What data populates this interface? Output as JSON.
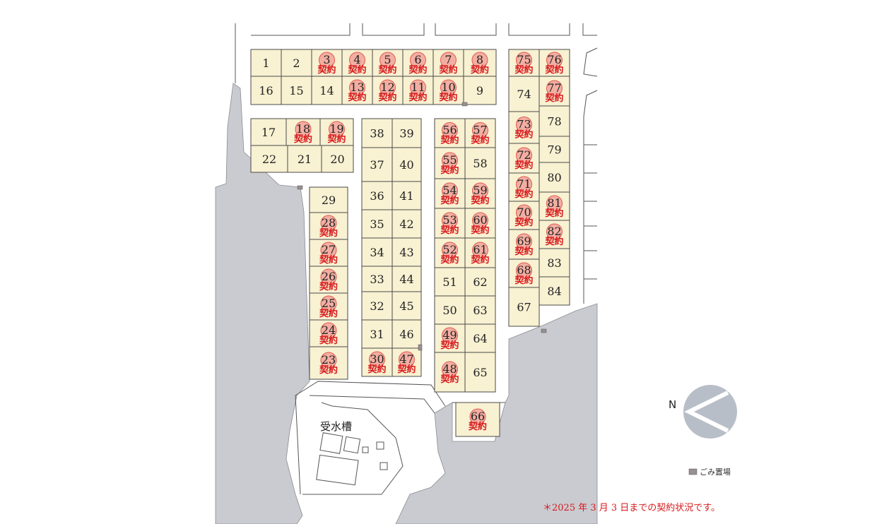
{
  "sold_label": "契約",
  "compass": {
    "label": "N"
  },
  "legend": {
    "garbage": "ごみ置場"
  },
  "facility": {
    "water_tank": "受水槽"
  },
  "note": "＊2025 年 3 月 3 日までの契約状況です。",
  "colors": {
    "lot_fill": "#f8f1d2",
    "sold_circle": "#f2a29a",
    "sold_text": "#d7191c",
    "terrain": "#c9cbd0"
  },
  "lots": [
    {
      "no": "1",
      "sold": false
    },
    {
      "no": "2",
      "sold": false
    },
    {
      "no": "3",
      "sold": true
    },
    {
      "no": "4",
      "sold": true
    },
    {
      "no": "5",
      "sold": true
    },
    {
      "no": "6",
      "sold": true
    },
    {
      "no": "7",
      "sold": true
    },
    {
      "no": "8",
      "sold": true
    },
    {
      "no": "16",
      "sold": false
    },
    {
      "no": "15",
      "sold": false
    },
    {
      "no": "14",
      "sold": false
    },
    {
      "no": "13",
      "sold": true
    },
    {
      "no": "12",
      "sold": true
    },
    {
      "no": "11",
      "sold": true
    },
    {
      "no": "10",
      "sold": true
    },
    {
      "no": "9",
      "sold": false
    },
    {
      "no": "75",
      "sold": true
    },
    {
      "no": "76",
      "sold": true
    },
    {
      "no": "74",
      "sold": false
    },
    {
      "no": "77",
      "sold": true
    },
    {
      "no": "17",
      "sold": false
    },
    {
      "no": "18",
      "sold": true
    },
    {
      "no": "19",
      "sold": true
    },
    {
      "no": "22",
      "sold": false
    },
    {
      "no": "21",
      "sold": false
    },
    {
      "no": "20",
      "sold": false
    },
    {
      "no": "29",
      "sold": false
    },
    {
      "no": "28",
      "sold": true
    },
    {
      "no": "27",
      "sold": true
    },
    {
      "no": "26",
      "sold": true
    },
    {
      "no": "25",
      "sold": true
    },
    {
      "no": "24",
      "sold": true
    },
    {
      "no": "23",
      "sold": true
    },
    {
      "no": "38",
      "sold": false
    },
    {
      "no": "37",
      "sold": false
    },
    {
      "no": "36",
      "sold": false
    },
    {
      "no": "35",
      "sold": false
    },
    {
      "no": "34",
      "sold": false
    },
    {
      "no": "33",
      "sold": false
    },
    {
      "no": "32",
      "sold": false
    },
    {
      "no": "31",
      "sold": false
    },
    {
      "no": "30",
      "sold": true
    },
    {
      "no": "39",
      "sold": false
    },
    {
      "no": "40",
      "sold": false
    },
    {
      "no": "41",
      "sold": false
    },
    {
      "no": "42",
      "sold": false
    },
    {
      "no": "43",
      "sold": false
    },
    {
      "no": "44",
      "sold": false
    },
    {
      "no": "45",
      "sold": false
    },
    {
      "no": "46",
      "sold": false
    },
    {
      "no": "47",
      "sold": true
    },
    {
      "no": "56",
      "sold": true
    },
    {
      "no": "55",
      "sold": true
    },
    {
      "no": "54",
      "sold": true
    },
    {
      "no": "53",
      "sold": true
    },
    {
      "no": "52",
      "sold": true
    },
    {
      "no": "51",
      "sold": false
    },
    {
      "no": "50",
      "sold": false
    },
    {
      "no": "49",
      "sold": true
    },
    {
      "no": "48",
      "sold": true
    },
    {
      "no": "57",
      "sold": true
    },
    {
      "no": "58",
      "sold": false
    },
    {
      "no": "59",
      "sold": true
    },
    {
      "no": "60",
      "sold": true
    },
    {
      "no": "61",
      "sold": true
    },
    {
      "no": "62",
      "sold": false
    },
    {
      "no": "63",
      "sold": false
    },
    {
      "no": "64",
      "sold": false
    },
    {
      "no": "65",
      "sold": false
    },
    {
      "no": "73",
      "sold": true
    },
    {
      "no": "72",
      "sold": true
    },
    {
      "no": "71",
      "sold": true
    },
    {
      "no": "70",
      "sold": true
    },
    {
      "no": "69",
      "sold": true
    },
    {
      "no": "68",
      "sold": true
    },
    {
      "no": "67",
      "sold": false
    },
    {
      "no": "78",
      "sold": false
    },
    {
      "no": "79",
      "sold": false
    },
    {
      "no": "80",
      "sold": false
    },
    {
      "no": "81",
      "sold": true
    },
    {
      "no": "82",
      "sold": true
    },
    {
      "no": "83",
      "sold": false
    },
    {
      "no": "84",
      "sold": false
    },
    {
      "no": "66",
      "sold": true
    }
  ]
}
